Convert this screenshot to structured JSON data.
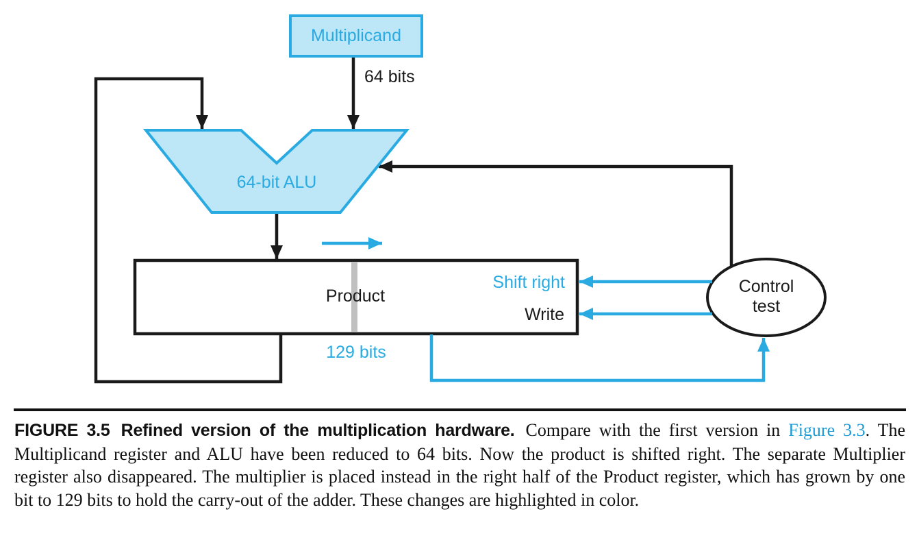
{
  "diagram": {
    "multiplicand": "Multiplicand",
    "multiplicand_bits": "64 bits",
    "alu": "64-bit ALU",
    "product": "Product",
    "shift_right": "Shift right",
    "write": "Write",
    "product_bits": "129 bits",
    "control_line1": "Control",
    "control_line2": "test"
  },
  "caption": {
    "figure_label": "FIGURE 3.5",
    "figure_title": "Refined version of the multiplication hardware.",
    "text_before_link": "Compare with the first version in ",
    "link_text": "Figure 3.3",
    "text_after_link": ". The Multiplicand register and ALU have been reduced to 64 bits. Now the product is shifted right. The separate Multiplier register also disappeared. The multiplier is placed instead in the right half of the Product register, which has grown by one bit to 129 bits to hold the carry-out of the adder. These changes are highlighted in color."
  },
  "colors": {
    "accent_cyan": "#29ABE2",
    "register_fill_light_blue": "#BDE6F7",
    "line_black": "#1A1A1A",
    "divider_gray": "#C0C0C0"
  }
}
